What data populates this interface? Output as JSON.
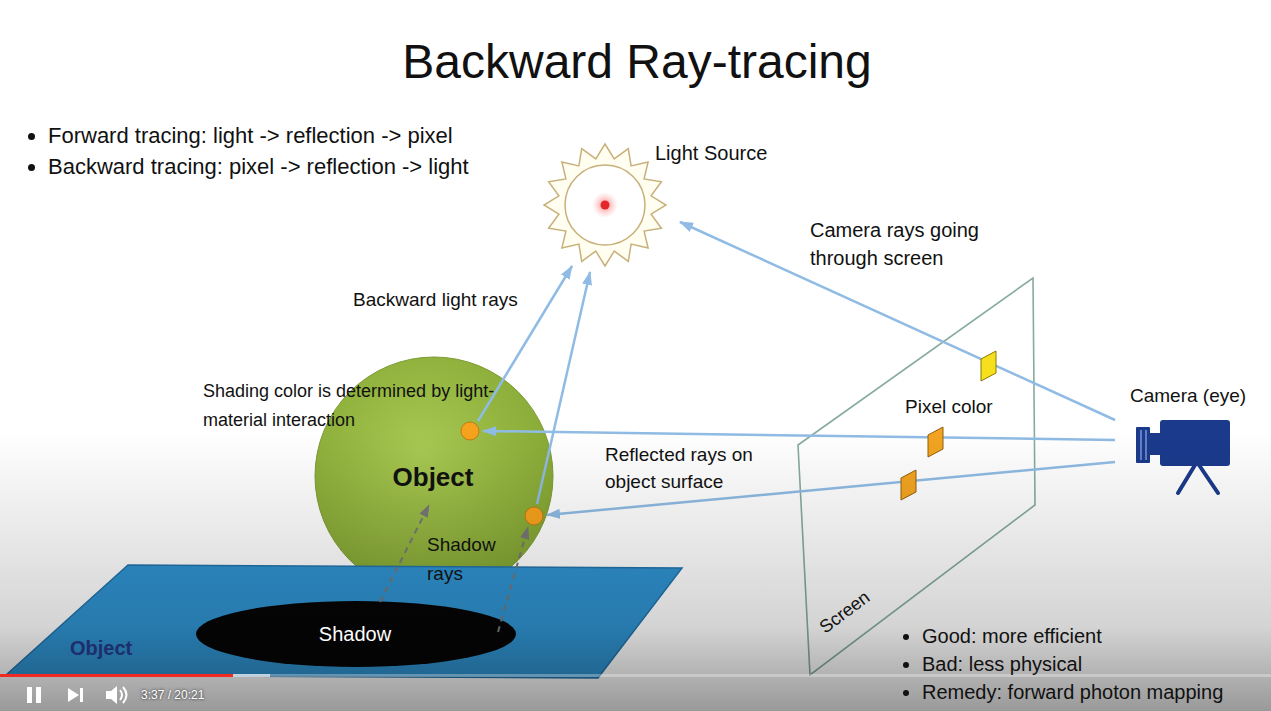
{
  "diagram": {
    "title": "Backward Ray-tracing",
    "nodes": [
      {
        "text": [
          "Light Source"
        ]
      },
      {
        "text": [
          "Object"
        ]
      },
      {
        "text": [
          "Screen"
        ]
      },
      {
        "text": [
          "Camera (eye)"
        ]
      },
      {
        "text": [
          "Object"
        ]
      },
      {
        "text": [
          "Shadow"
        ],
        "in": 4
      }
    ],
    "edges": [
      {
        "from": 3,
        "to": 0,
        "arrow": "to",
        "label": "Camera rays going through screen"
      },
      {
        "from": 3,
        "to": 1,
        "arrow": "to",
        "label": "Reflected rays on object surface"
      },
      {
        "from": 3,
        "to": 1,
        "arrow": "to"
      },
      {
        "from": 1,
        "to": 0,
        "arrow": "to",
        "label": "Backward light rays"
      },
      {
        "from": 1,
        "to": 0,
        "arrow": "to"
      },
      {
        "from": 5,
        "to": 1,
        "arrow": "to"
      },
      {
        "from": 5,
        "to": 1,
        "arrow": "to",
        "label": "Shadow rays"
      }
    ],
    "labels": [
      "Forward tracing: light -> reflection -> pixel",
      "Backward tracing: pixel -> reflection -> light",
      "Shading color is determined by light-material interaction",
      "Pixel color",
      "Good: more efficient",
      "Bad: less physical",
      "Remedy: forward photon mapping",
      "3:37 / 20:21"
    ]
  }
}
